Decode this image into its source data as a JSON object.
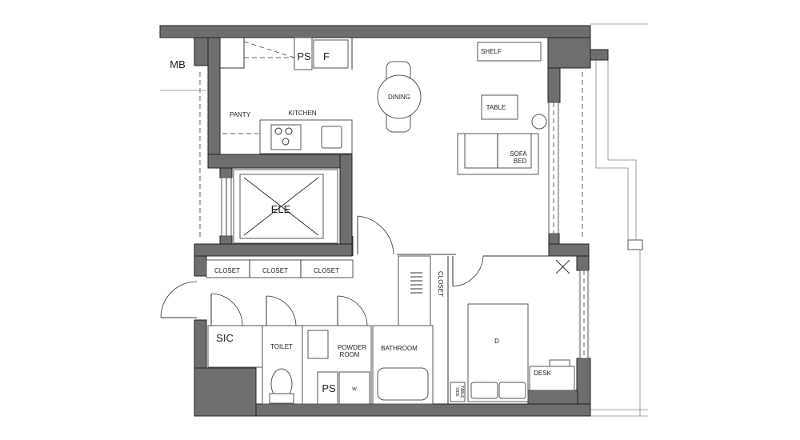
{
  "plan": {
    "labels": {
      "mb": "MB",
      "ps_top": "PS",
      "fridge": "F",
      "shelf": "SHELF",
      "dining": "DINING",
      "table": "TABLE",
      "panty": "PANTY",
      "kitchen": "KITCHEN",
      "sofa_bed_1": "SOFA",
      "sofa_bed_2": "BED",
      "elevator": "ELE",
      "closet_1": "CLOSET",
      "closet_2": "CLOSET",
      "closet_3": "CLOSET",
      "closet_bedroom": "CLOSET",
      "sic": "SIC",
      "toilet": "TOILET",
      "powder_room_1": "POWDER",
      "powder_room_2": "ROOM",
      "bathroom": "BATHROOM",
      "bed": "D",
      "desk": "DESK",
      "side_table_1": "SIDE",
      "side_table_2": "TABLE",
      "ps_bottom": "PS",
      "washer": "W"
    },
    "colors": {
      "wall": "#6e6e6e",
      "line": "#333333"
    }
  }
}
